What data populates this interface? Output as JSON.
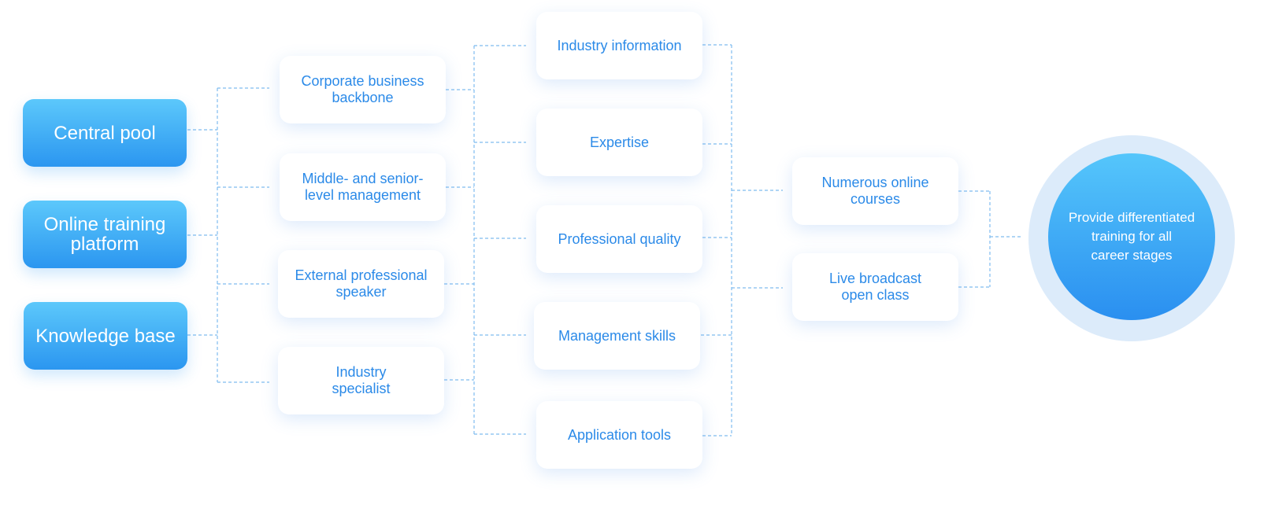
{
  "sources": [
    {
      "label": "Central pool"
    },
    {
      "label": "Online training\nplatform"
    },
    {
      "label": "Knowledge base"
    }
  ],
  "roles": [
    {
      "label": "Corporate business\nbackbone"
    },
    {
      "label": "Middle- and senior-\nlevel management"
    },
    {
      "label": "External professional\nspeaker"
    },
    {
      "label": "Industry\nspecialist"
    }
  ],
  "topics": [
    {
      "label": "Industry information"
    },
    {
      "label": "Expertise"
    },
    {
      "label": "Professional quality"
    },
    {
      "label": "Management skills"
    },
    {
      "label": "Application tools"
    }
  ],
  "formats": [
    {
      "label": "Numerous online\ncourses"
    },
    {
      "label": "Live broadcast\nopen class"
    }
  ],
  "goal": {
    "label": "Provide differentiated\ntraining for all\ncareer stages"
  },
  "colors": {
    "accent": "#2b8ae8",
    "gradient_top": "#5cc8fb",
    "gradient_bottom": "#2b96f0",
    "connector": "#7fbcef",
    "halo": "#dcebfa"
  }
}
